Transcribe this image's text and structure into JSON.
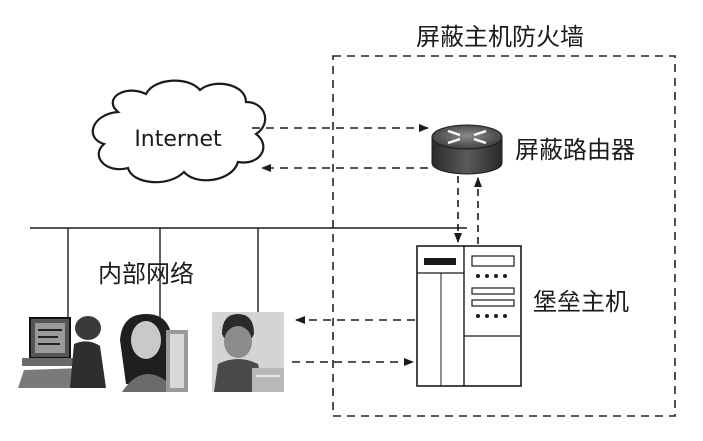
{
  "diagram": {
    "title": "屏蔽主机防火墙",
    "internet_label": "Internet",
    "router_label": "屏蔽路由器",
    "bastion_label": "堡垒主机",
    "internal_network_label": "内部网络"
  }
}
